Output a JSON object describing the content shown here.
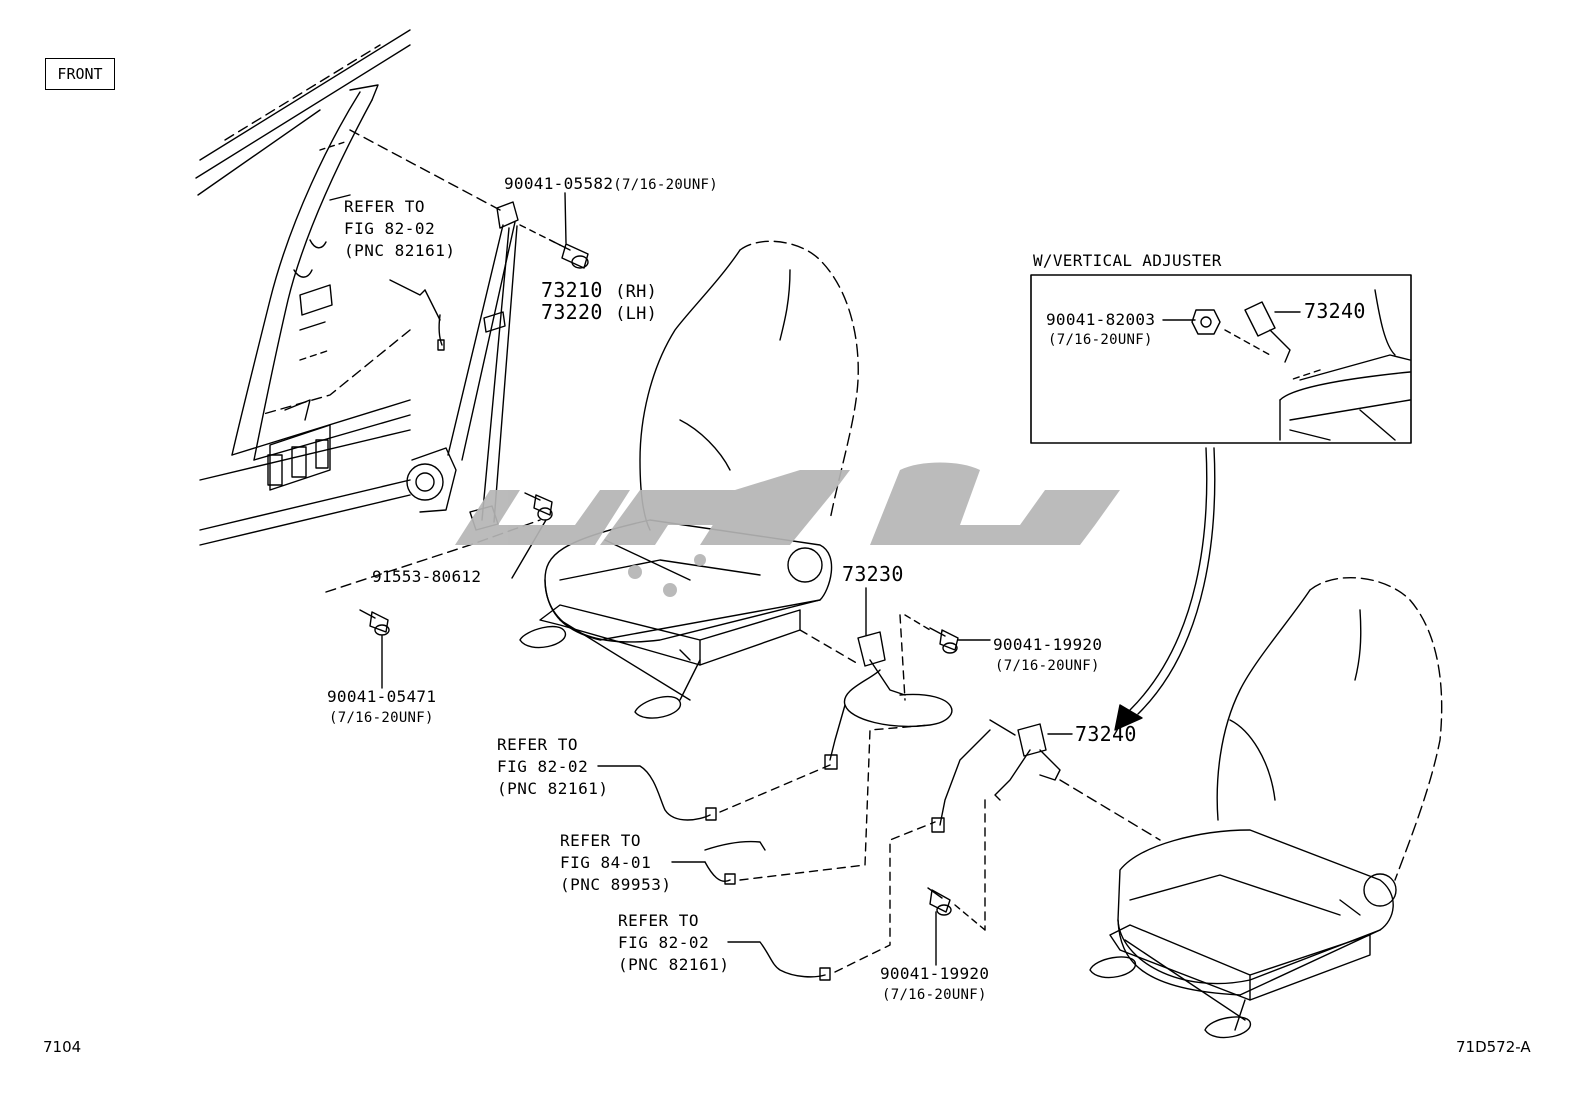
{
  "front_label": "FRONT",
  "page_number": "7104",
  "figure_code": "71D572-A",
  "variant_title": "W/VERTICAL ADJUSTER",
  "refs": {
    "top_left": [
      "REFER TO",
      "FIG 82-02",
      "(PNC 82161)"
    ],
    "mid_1": [
      "REFER TO",
      "FIG 82-02",
      "(PNC 82161)"
    ],
    "mid_2": [
      "REFER TO",
      "FIG 84-01",
      "(PNC 89953)"
    ],
    "mid_3": [
      "REFER TO",
      "FIG 82-02",
      "(PNC 82161)"
    ]
  },
  "parts": {
    "bolt_top": "90041-05582",
    "bolt_top_thread": "(7/16-20UNF)",
    "belt_rh": "73210",
    "belt_rh_side": "(RH)",
    "belt_lh": "73220",
    "belt_lh_side": "(LH)",
    "bolt_anchor": "91553-80612",
    "bolt_floor": "90041-05471",
    "bolt_floor_thread": "(7/16-20UNF)",
    "buckle_outer": "73230",
    "bolt_buckle_outer": "90041-19920",
    "bolt_buckle_outer_thread": "(7/16-20UNF)",
    "buckle_inner": "73240",
    "bolt_buckle_inner": "90041-19920",
    "bolt_buckle_inner_thread": "(7/16-20UNF)",
    "inset_nut": "90041-82003",
    "inset_nut_thread": "(7/16-20UNF)",
    "inset_buckle": "73240"
  },
  "colors": {
    "line": "#000000",
    "watermark": "#b5b5b5",
    "background": "#ffffff"
  }
}
